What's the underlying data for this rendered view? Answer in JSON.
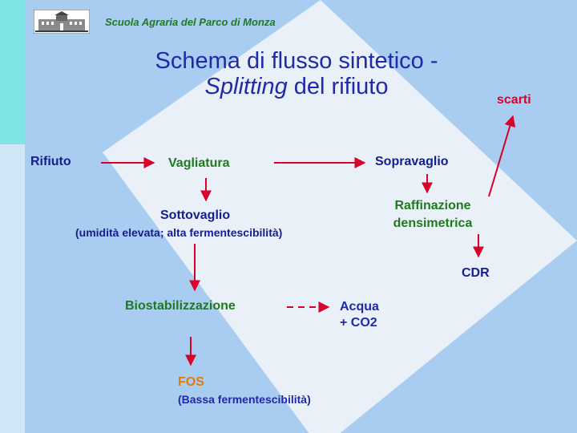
{
  "header": {
    "school": "Scuola Agraria del Parco di Monza",
    "logo_icon": "building-logo-icon"
  },
  "title": {
    "line1": "Schema di flusso sintetico -",
    "line2_italic": "Splitting",
    "line2_rest": "del rifiuto"
  },
  "nodes": {
    "rifiuto": "Rifiuto",
    "vagliatura": "Vagliatura",
    "sopravaglio": "Sopravaglio",
    "scarti": "scarti",
    "raffinazione_1": "Raffinazione",
    "raffinazione_2": "densimetrica",
    "sottovaglio": "Sottovaglio",
    "sottovaglio_note": "(umidità elevata; alta fermentescibilità)",
    "cdr": "CDR",
    "biostab": "Biostabilizzazione",
    "acqua_1": "Acqua",
    "acqua_2": "+ CO2",
    "fos": "FOS",
    "fos_note": "(Bassa fermentescibilità)"
  },
  "colors": {
    "arrow": "#d9002a",
    "title": "#1e2aa8",
    "green": "#1f7a1f",
    "orange": "#e87a00"
  }
}
